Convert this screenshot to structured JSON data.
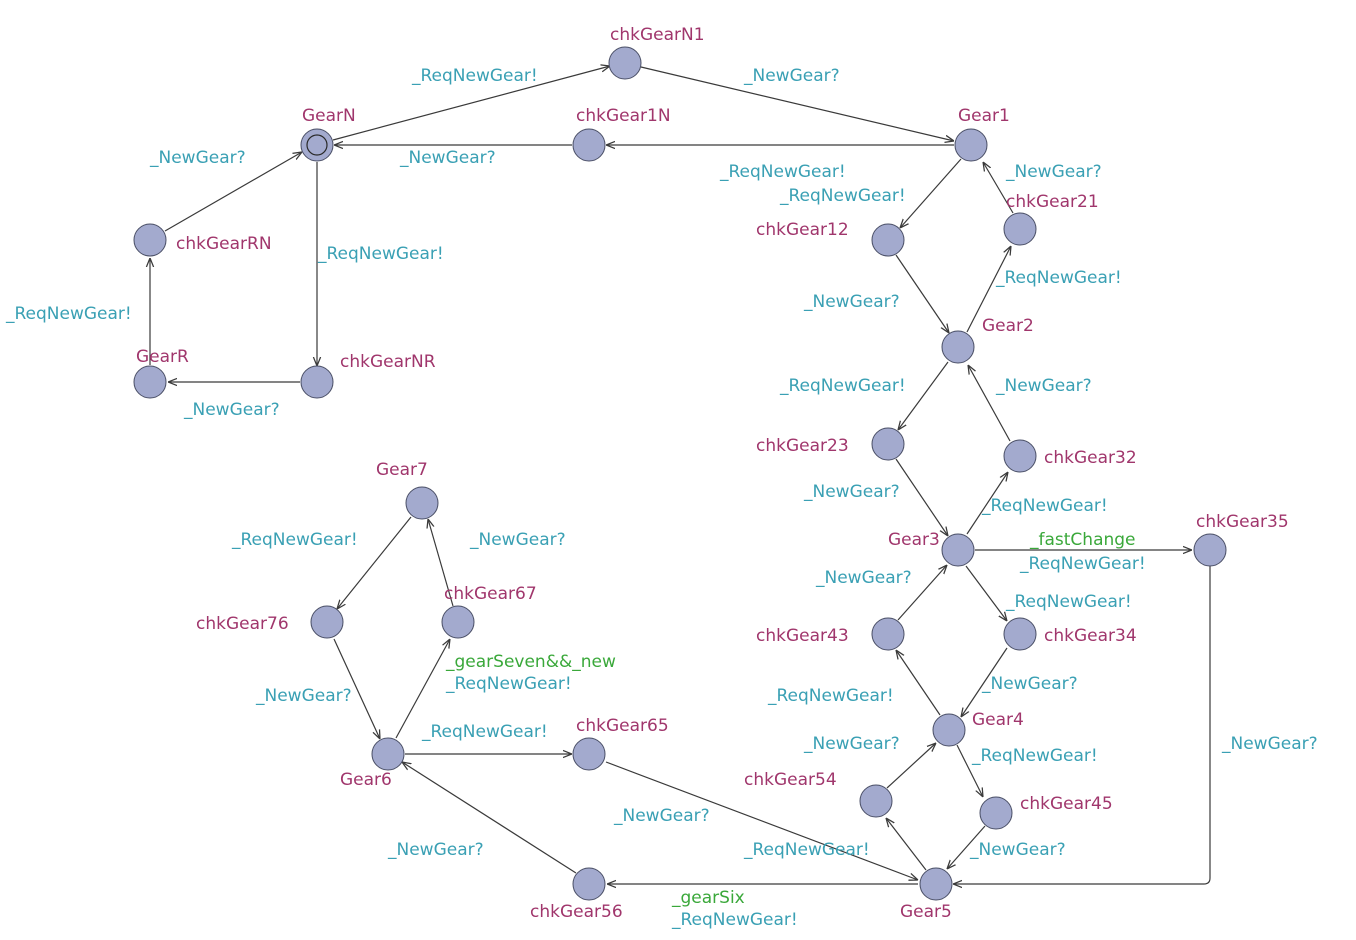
{
  "locations": {
    "GearN": "GearN",
    "chkGearN1": "chkGearN1",
    "chkGear1N": "chkGear1N",
    "Gear1": "Gear1",
    "chkGearRN": "chkGearRN",
    "GearR": "GearR",
    "chkGearNR": "chkGearNR",
    "chkGear12": "chkGear12",
    "chkGear21": "chkGear21",
    "Gear2": "Gear2",
    "chkGear23": "chkGear23",
    "chkGear32": "chkGear32",
    "Gear3": "Gear3",
    "chkGear35": "chkGear35",
    "chkGear43": "chkGear43",
    "chkGear34": "chkGear34",
    "Gear4": "Gear4",
    "chkGear54": "chkGear54",
    "chkGear45": "chkGear45",
    "Gear5": "Gear5",
    "Gear7": "Gear7",
    "chkGear76": "chkGear76",
    "chkGear67": "chkGear67",
    "Gear6": "Gear6",
    "chkGear65": "chkGear65",
    "chkGear56": "chkGear56"
  },
  "labels": {
    "req_n_n1": "_ReqNewGear!",
    "new_n1_1": "_NewGear?",
    "new_1n_n": "_NewGear?",
    "new_rn_n": "_NewGear?",
    "req_n_nr": "_ReqNewGear!",
    "req_r_rn": "_ReqNewGear!",
    "new_nr_r": "_NewGear?",
    "req_1_12a": "_ReqNewGear!",
    "req_1_12b": "_ReqNewGear!",
    "new_21_1": "_NewGear?",
    "new_12_2": "_NewGear?",
    "req_2_21": "_ReqNewGear!",
    "req_2_23": "_ReqNewGear!",
    "new_32_2": "_NewGear?",
    "new_23_3": "_NewGear?",
    "req_3_32": "_ReqNewGear!",
    "fast_change": "_fastChange",
    "req_3_35": "_ReqNewGear!",
    "new_43_3": "_NewGear?",
    "req_3_34": "_ReqNewGear!",
    "req_4_43": "_ReqNewGear!",
    "new_34_4": "_NewGear?",
    "new_54_4": "_NewGear?",
    "req_4_45": "_ReqNewGear!",
    "new_35_5": "_NewGear?",
    "new_45_5": "_NewGear?",
    "req_5_54": "_ReqNewGear!",
    "new_65_5": "_NewGear?",
    "gear_six": "_gearSix",
    "req_5_56": "_ReqNewGear!",
    "new_56_6": "_NewGear?",
    "req_6_65": "_ReqNewGear!",
    "req_7_76": "_ReqNewGear!",
    "new_67_7": "_NewGear?",
    "new_76_6": "_NewGear?",
    "gear_seven": "_gearSeven&&_new",
    "req_6_67": "_ReqNewGear!"
  },
  "colors": {
    "location_fill": "#a3aace",
    "location_name": "#a0366c",
    "sync": "#3aa0b4",
    "guard": "#3aa83a",
    "edge": "#3a3a3a"
  }
}
